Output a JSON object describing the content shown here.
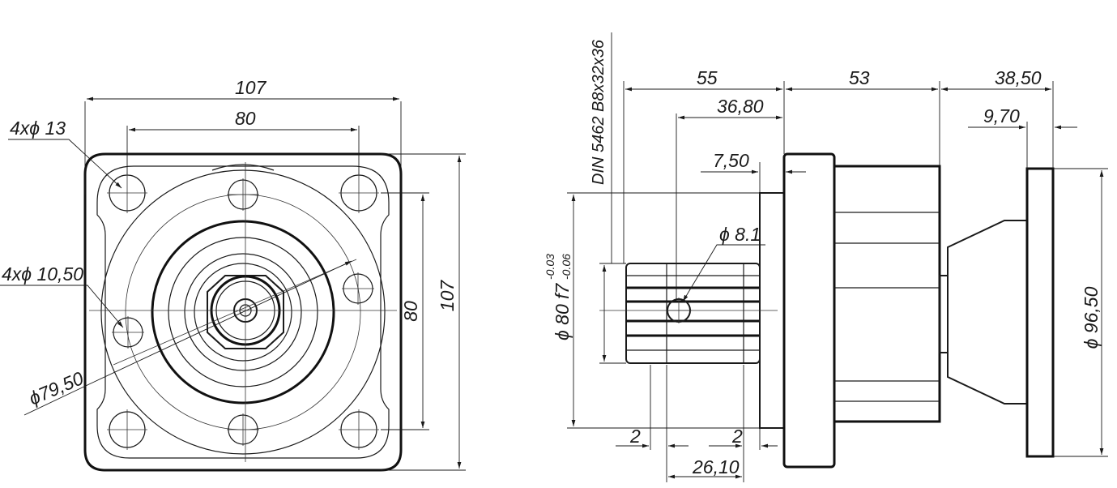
{
  "front_view": {
    "dim_width_outer": "107",
    "dim_width_inner": "80",
    "dim_height_inner": "80",
    "dim_height_outer": "107",
    "holes_mount": "4xϕ 13",
    "holes_flange": "4xϕ 10,50",
    "bolt_circle": "ϕ79,50"
  },
  "side_view": {
    "spline_spec": "DIN 5462 B8x32x36",
    "dim_55": "55",
    "dim_53": "53",
    "dim_38_50": "38,50",
    "dim_36_80": "36,80",
    "dim_9_70": "9,70",
    "dim_7_50": "7,50",
    "bore": "ϕ 8.1",
    "pilot_dia": "ϕ 80 f7",
    "tol_upper": "-0.03",
    "tol_lower": "-0.06",
    "dim_2_left": "2",
    "dim_2_right": "2",
    "dim_26_10": "26,10",
    "rear_dia": "ϕ 96,50"
  }
}
